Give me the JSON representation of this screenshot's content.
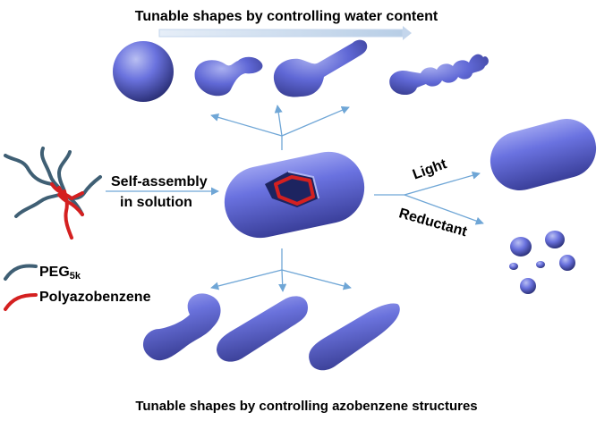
{
  "title_top": "Tunable shapes by controlling water content",
  "title_bottom": "Tunable shapes by controlling azobenzene structures",
  "self_assembly_line1": "Self-assembly",
  "self_assembly_line2": "in solution",
  "legend": {
    "peg_text": "PEG",
    "peg_subscript": "5k",
    "polyazo_text": "Polyazobenzene"
  },
  "stimulus_light": "Light",
  "stimulus_reductant": "Reductant",
  "colors": {
    "particle": "#6068d8",
    "particle_dark": "#2a2f7a",
    "particle_light": "#c8ccf6",
    "arrow": "#6fa6d6",
    "peg": "#3f5f74",
    "polyazobenzene": "#d42020"
  }
}
